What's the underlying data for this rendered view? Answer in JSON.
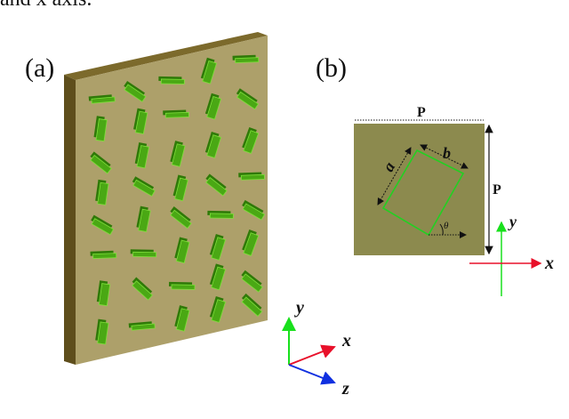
{
  "caption_top": "and x axis.",
  "panel_a": {
    "label": "(a)",
    "axes": {
      "x": "x",
      "y": "y",
      "z": "z"
    }
  },
  "panel_b": {
    "label": "(b)",
    "period_top": "P",
    "period_right": "P",
    "side_a": "a",
    "side_b": "b",
    "angle": "θ",
    "axes": {
      "x": "x",
      "y": "y"
    }
  },
  "colors": {
    "substrate_front": "#ada06a",
    "substrate_edge": "#6b5a22",
    "brick_green": "#3f9a10",
    "substrate_2d": "#8c8a4e",
    "x_axis": "#e8102a",
    "y_axis": "#18e01c",
    "z_axis": "#1030e0"
  }
}
